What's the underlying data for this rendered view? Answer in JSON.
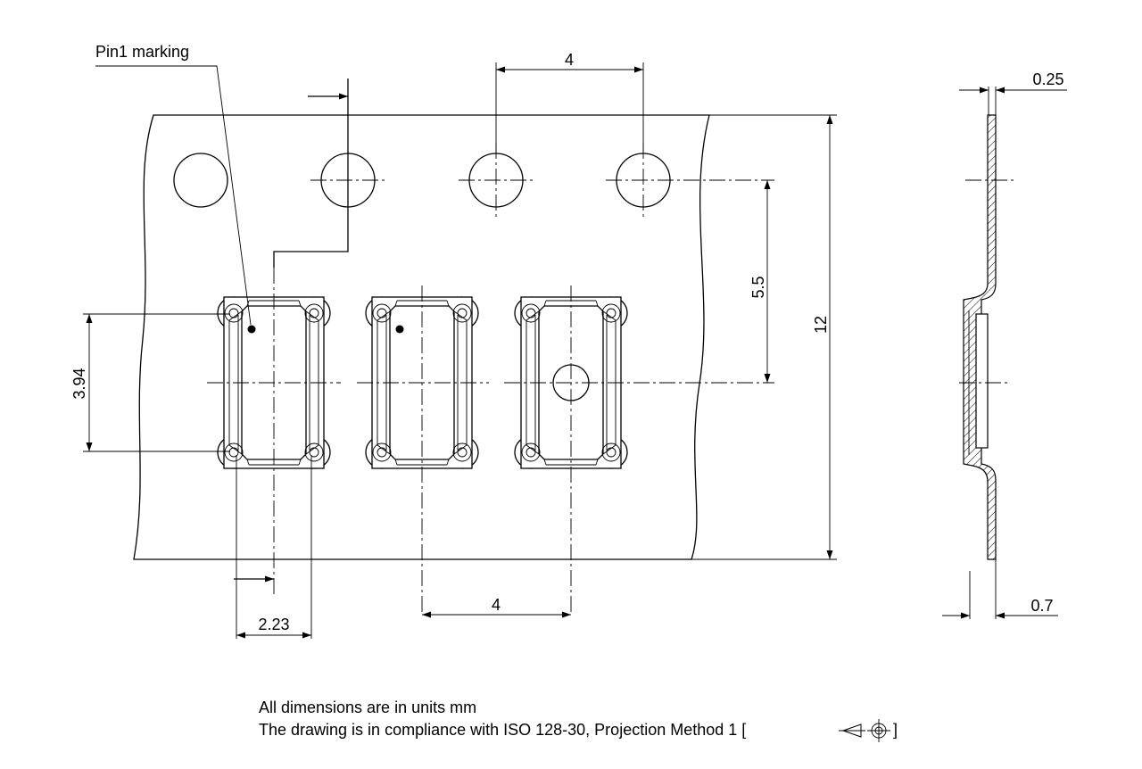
{
  "labels": {
    "pin1": "Pin1 marking",
    "pitch_top": "4",
    "pitch_bottom": "4",
    "row_offset": "5.5",
    "width": "12",
    "pocket_length": "3.94",
    "pocket_width": "2.23",
    "thickness": "0.25",
    "depth": "0.7"
  },
  "notes": {
    "units": "All dimensions are in units mm",
    "iso": "The drawing is in compliance with ISO 128-30, Projection Method 1 ["
  },
  "notes_suffix": "]"
}
